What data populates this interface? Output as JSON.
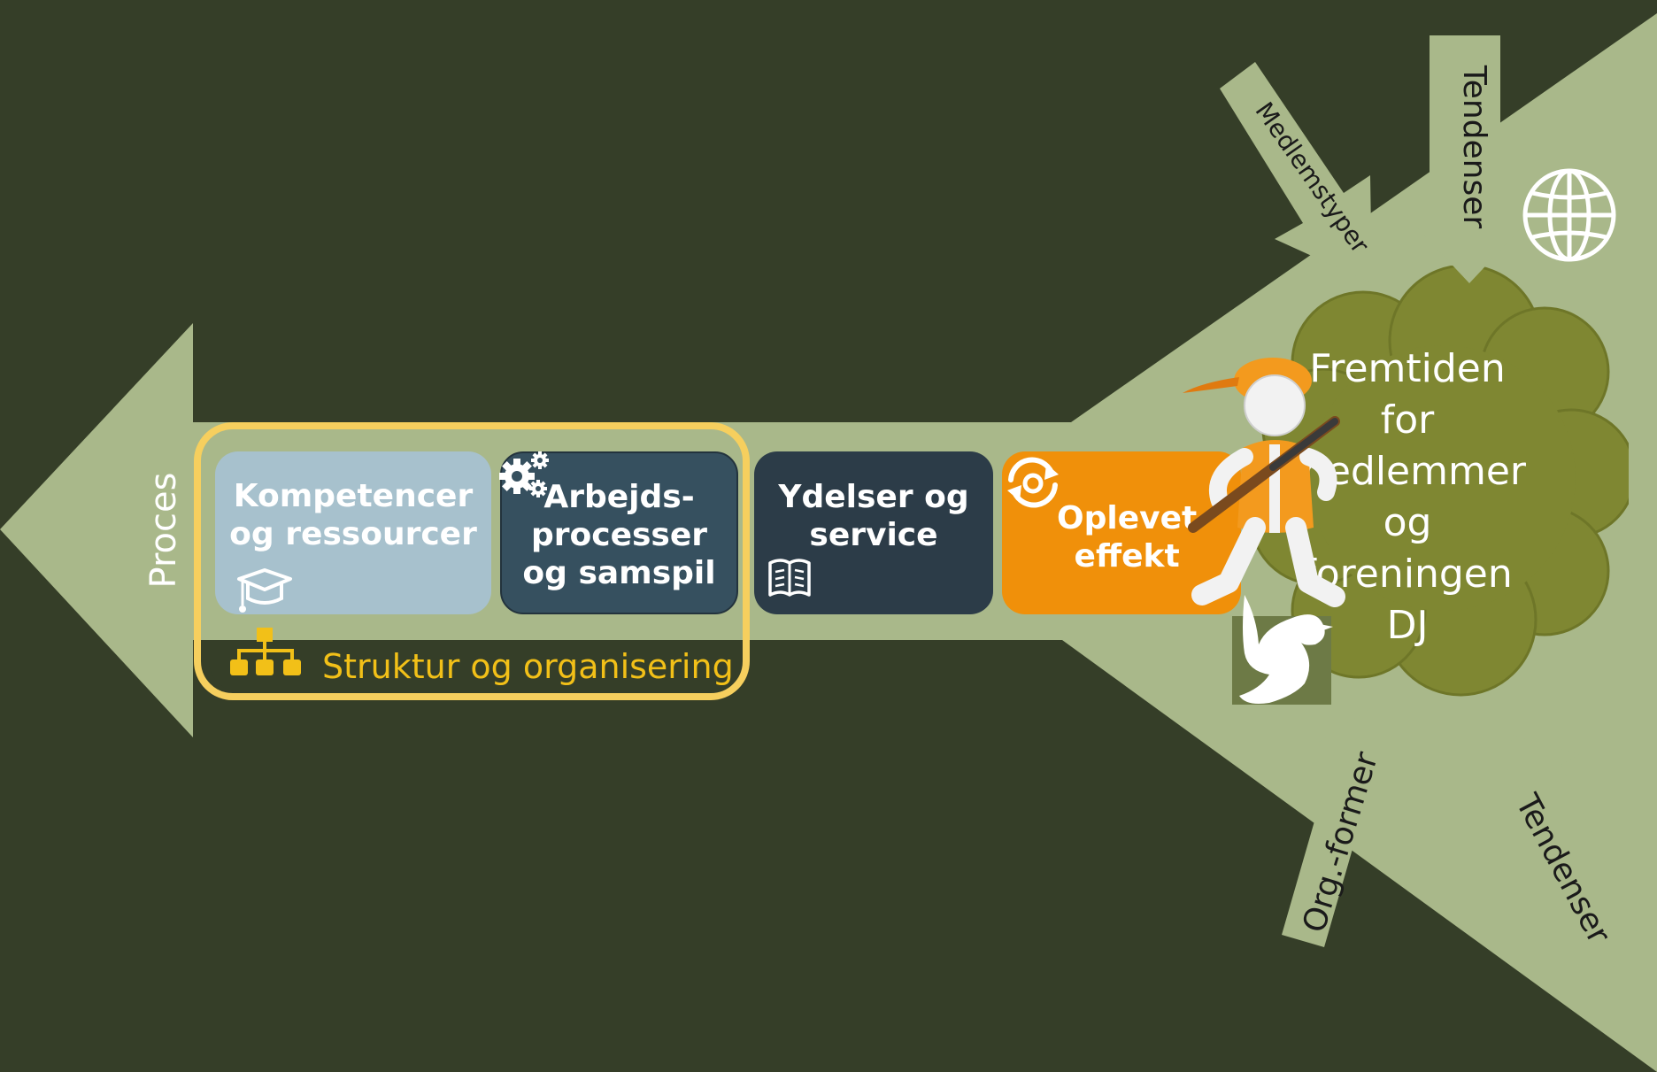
{
  "diagram": {
    "process_label": "Proces",
    "boxes": [
      {
        "id": "kompetencer",
        "label": "Kompetencer\nog ressourcer",
        "icon": "graduation-cap-icon"
      },
      {
        "id": "arbejdsprocesser",
        "label": "Arbejds-\nprocesser\nog samspil",
        "icon": "gears-icon"
      },
      {
        "id": "ydelser",
        "label": "Ydelser og\nservice",
        "icon": "book-icon"
      },
      {
        "id": "oplevet",
        "label": "Oplevet\neffekt",
        "icon": "eye-refresh-icon"
      }
    ],
    "structure_label": "Struktur og organisering",
    "structure_icon": "org-chart-icon",
    "cloud_text": "Fremtiden\nfor\nmedlemmer\nog\nforeningen\nDJ",
    "influences": [
      {
        "label": "Medlemstyper"
      },
      {
        "label": "Tendenser"
      },
      {
        "label": "Org.-former"
      },
      {
        "label": "Tendenser"
      }
    ],
    "globe_icon": "globe-icon",
    "hunter_icon": "hunter-figure-icon",
    "duck_icon": "duck-icon"
  },
  "colors": {
    "background": "#353e28",
    "arrow": "#a9b88a",
    "highlight": "#f6cf5e",
    "box_kompetencer": "#a7c1cd",
    "box_arbejds": "#36505f",
    "box_ydelser": "#2c3c48",
    "box_oplevet": "#f0900a",
    "cloud": "#7f8732",
    "structure_text": "#f2c018"
  }
}
